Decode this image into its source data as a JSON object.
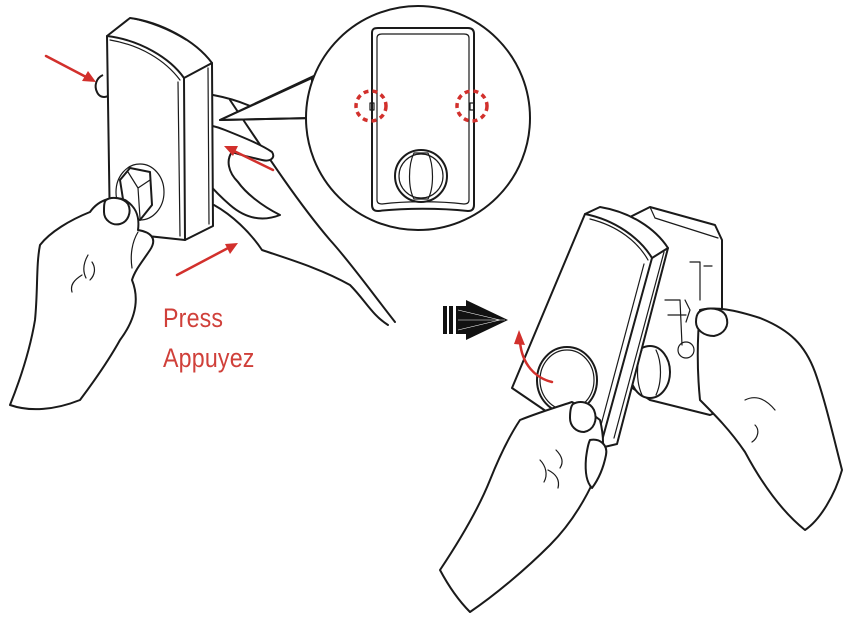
{
  "figure": {
    "type": "installation-instruction-illustration",
    "step_left": {
      "label_en": "Press",
      "label_fr": "Appuyez",
      "callout": "zoomed rear view with two release tabs circled in red"
    },
    "step_right": {
      "description": "exterior cover tilted off the lock body"
    },
    "transition_arrow": "striped-right-arrow"
  },
  "colors": {
    "accent_red": "#d2302c",
    "ink": "#1a1a1a",
    "background": "#ffffff"
  }
}
